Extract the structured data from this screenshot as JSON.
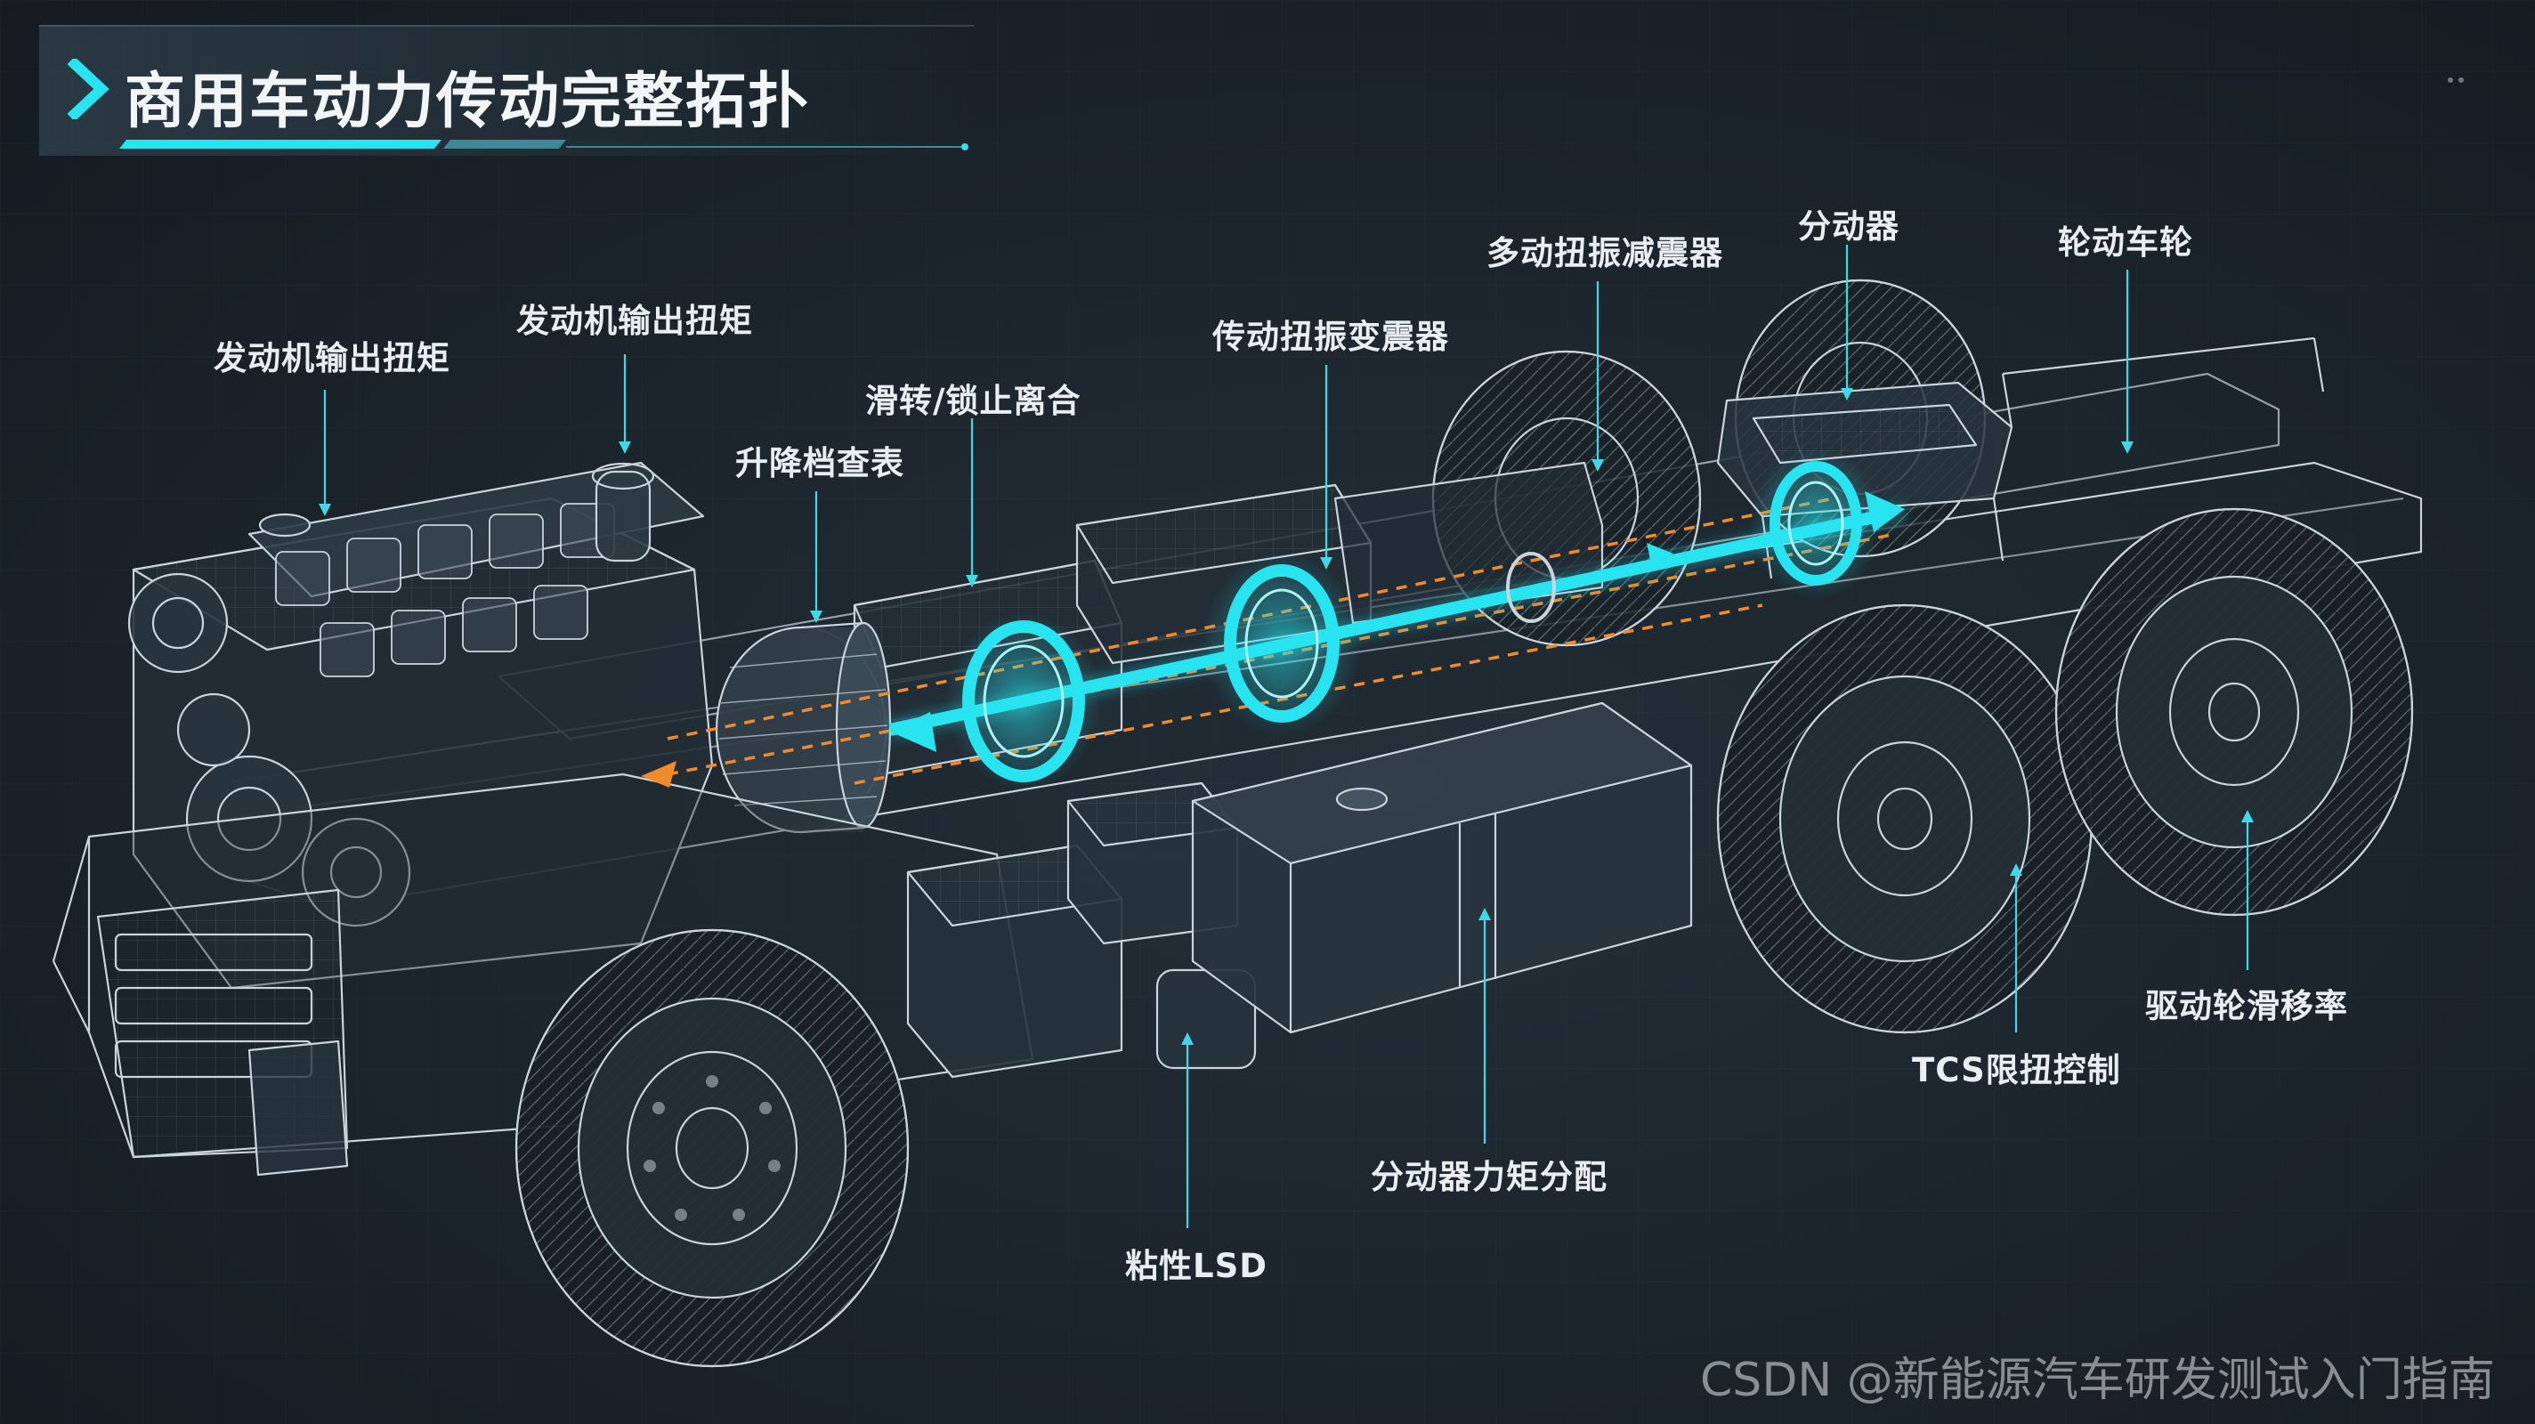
{
  "header": {
    "title": "商用车动力传动完整拓扑"
  },
  "labels": {
    "engine_torque_left": "发动机输出扭矩",
    "engine_torque_center": "发动机输出扭矩",
    "shift_table": "升降档查表",
    "slip_lock_clutch": "滑转/锁止离合",
    "torsional_damper_drive": "传动扭振变震器",
    "multi_torsional_damper": "多动扭振减震器",
    "transfer_case": "分动器",
    "drive_wheel": "轮动车轮",
    "drive_wheel_slip": "驱动轮滑移率",
    "tcs_limit": "TCS限扭控制",
    "transfer_torque_split": "分动器力矩分配",
    "viscous_lsd": "粘性LSD"
  },
  "watermark": "CSDN @新能源汽车研发测试入门指南",
  "colors": {
    "accent_cyan": "#27e4f0",
    "flow_orange": "#f08a2a",
    "background": "#1b232b",
    "wireframe": "#c9d4dc"
  }
}
